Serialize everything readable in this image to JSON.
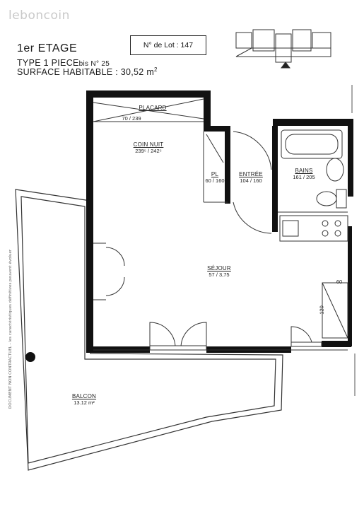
{
  "watermark": "leboncoin",
  "header": {
    "floor": "1er ETAGE",
    "type_prefix": "TYPE 1 PIECE",
    "type_suffix": "bis N° 25",
    "surface_label": "SURFACE HABITABLE : 30,52 m",
    "surface_unit": "2",
    "lot": "N° de Lot : 147"
  },
  "rooms": {
    "placard": {
      "name": "PLACARD",
      "dims": "70 / 239"
    },
    "coin_nuit": {
      "name": "COIN NUIT",
      "dims": "239⁵ / 242⁵"
    },
    "pl": {
      "name": "PL",
      "dims": "60 / 160"
    },
    "entree": {
      "name": "ENTRÉE",
      "dims": "104 / 160"
    },
    "bains": {
      "name": "BAINS",
      "dims": "161 / 205"
    },
    "sejour": {
      "name": "SÉJOUR",
      "dims": "57 / 3,75"
    },
    "balcon": {
      "name": "BALCON",
      "dims": "13.12 m²"
    },
    "kitchen_dim_60": "60",
    "kitchen_dim_120": "120"
  },
  "side_text": "DOCUMENT NON CONTRACTUEL - les caractéristiques définitives peuvent évoluer"
}
